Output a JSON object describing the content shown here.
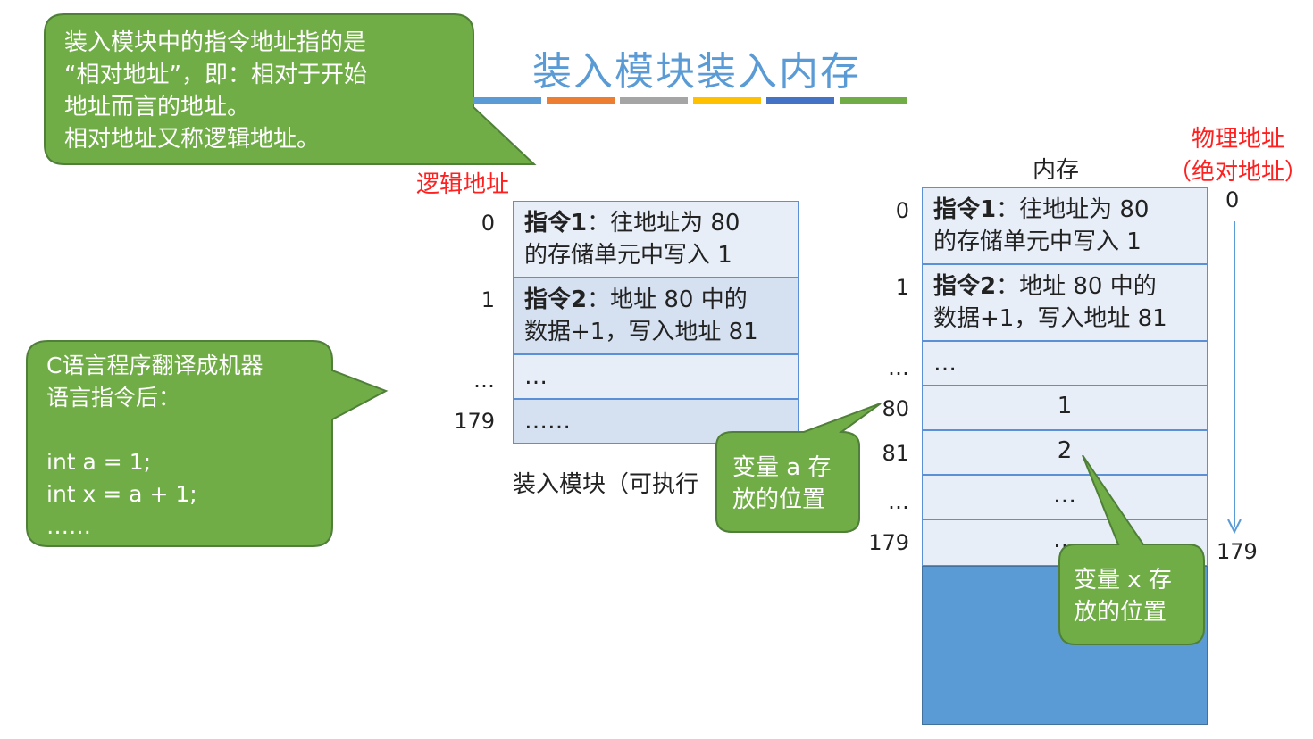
{
  "title": "装入模块装入内存",
  "stripe_colors": [
    "#5b9bd5",
    "#ed7d31",
    "#a5a5a5",
    "#ffc000",
    "#4472c4",
    "#70ad47"
  ],
  "bubbles": {
    "top_note": "装入模块中的指令地址指的是\n“相对地址”，即：相对于开始\n地址而言的地址。\n相对地址又称逻辑地址。",
    "c_note": "C语言程序翻译成机器\n语言指令后：\n\nint a = 1;\nint x = a + 1;\n……",
    "var_a": "变量 a 存\n放的位置",
    "var_x": "变量 x 存\n放的位置"
  },
  "logical": {
    "label": "逻辑地址",
    "addresses": [
      "0",
      "1",
      "…",
      "179"
    ],
    "cells": [
      {
        "bold": "指令1",
        "text": "：往地址为 80\n的存储单元中写入 1"
      },
      {
        "bold": "指令2",
        "text": "：地址 80 中的\n数据+1，写入地址 81"
      },
      {
        "bold": "",
        "text": "…"
      },
      {
        "bold": "",
        "text": "……"
      }
    ],
    "caption": "装入模块（可执行"
  },
  "memory": {
    "label": "内存",
    "physical_label": "物理地址\n（绝对地址）",
    "physical_start": "0",
    "physical_end": "179",
    "addresses": [
      "0",
      "1",
      "…",
      "80",
      "81",
      "…",
      "179"
    ],
    "cells": [
      {
        "bold": "指令1",
        "text": "：往地址为 80\n的存储单元中写入 1"
      },
      {
        "bold": "指令2",
        "text": "：地址 80 中的\n数据+1，写入地址 81"
      },
      {
        "bold": "",
        "text": "…"
      },
      {
        "bold": "",
        "text": "1"
      },
      {
        "bold": "",
        "text": "2"
      },
      {
        "bold": "",
        "text": "…"
      },
      {
        "bold": "",
        "text": "…"
      }
    ],
    "free_color": "#5b9bd5"
  },
  "colors": {
    "bubble_fill": "#70ad47",
    "bubble_stroke": "#4f7f38",
    "title": "#5b9bd5",
    "red_label": "#ff2020"
  }
}
